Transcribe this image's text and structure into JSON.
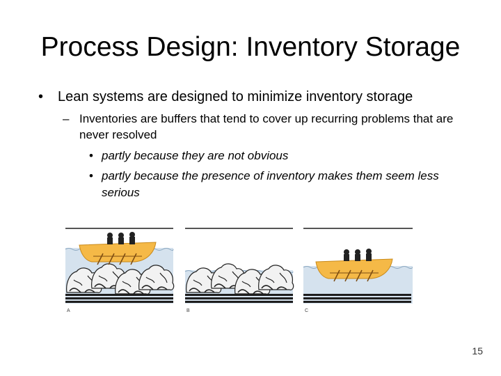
{
  "slide": {
    "title": "Process Design: Inventory Storage",
    "bullet1": "Lean systems are designed to minimize inventory storage",
    "bullet1_marker": "•",
    "sub1": "Inventories are buffers that tend to cover up recurring problems that are never resolved",
    "sub1_marker": "–",
    "sub_bullets": [
      "partly because they are not obvious",
      "partly because the presence of inventory makes them seem less serious"
    ],
    "sub_bullet_marker": "•",
    "page_number": "15"
  },
  "figure": {
    "panel_labels": [
      "A",
      "B",
      "C"
    ],
    "colors": {
      "boat": "#f5b947",
      "boat_outline": "#c98a1a",
      "water": "#d5e2ee",
      "water_line": "#8aa6bf",
      "rock": "#f2f2f2",
      "rock_outline": "#222222",
      "seabed": "#1e1e1e"
    }
  }
}
